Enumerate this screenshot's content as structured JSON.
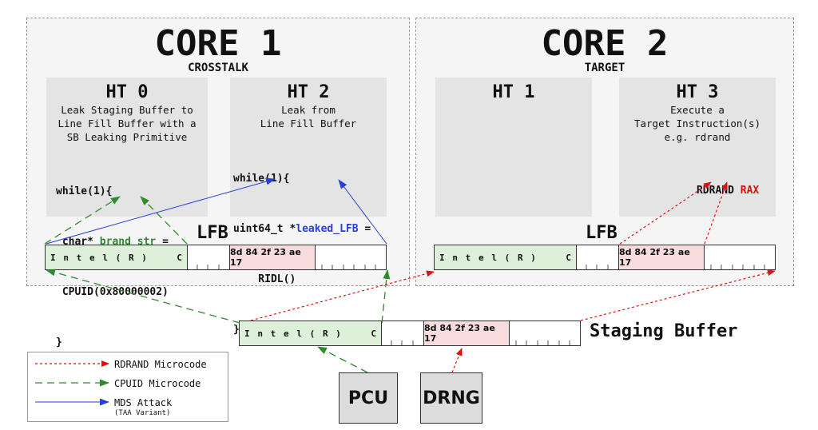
{
  "core1": {
    "title": "CORE 1",
    "subtitle": "CROSSTALK"
  },
  "core2": {
    "title": "CORE 2",
    "subtitle": "TARGET"
  },
  "ht0": {
    "title": "HT 0",
    "desc": [
      "Leak Staging Buffer to",
      "Line Fill Buffer with a",
      "SB Leaking Primitive"
    ],
    "code": {
      "l1": "while(1){",
      "l2a": " char* ",
      "l2b": "brand_str",
      "l2c": " =",
      "l3": " CPUID(0x80000002)",
      "l4": "}"
    }
  },
  "ht2": {
    "title": "HT 2",
    "desc": [
      "Leak from",
      "Line Fill Buffer"
    ],
    "code": {
      "l1": "while(1){",
      "l2a": "uint64_t *",
      "l2b": "leaked_LFB",
      "l2c": " =",
      "l3": "    RIDL()",
      "l4": "}"
    }
  },
  "ht1": {
    "title": "HT 1"
  },
  "ht3": {
    "title": "HT 3",
    "desc": [
      "Execute a",
      "Target Instruction(s)",
      "e.g. rdrand"
    ],
    "instr": "RDRAND",
    "reg": "RAX"
  },
  "lfb_label": "LFB",
  "buffer": {
    "chars": [
      "I",
      "n",
      "t",
      "e",
      "l",
      "(",
      "R",
      ")",
      "C"
    ],
    "bytes": "8d 84 2f 23 ae 17"
  },
  "staging_label": "Staging Buffer",
  "pcu": "PCU",
  "drng": "DRNG",
  "legend": {
    "rdrand": "RDRAND Microcode",
    "cpuid": "CPUID Microcode",
    "mds": "MDS Attack",
    "mds_sub": "(TAA Variant)"
  },
  "colors": {
    "red": "#e01010",
    "green": "#2e8b2e",
    "blue": "#2a3fd6",
    "a_fill": "#dff0da",
    "c_fill": "#f6dcdc"
  }
}
